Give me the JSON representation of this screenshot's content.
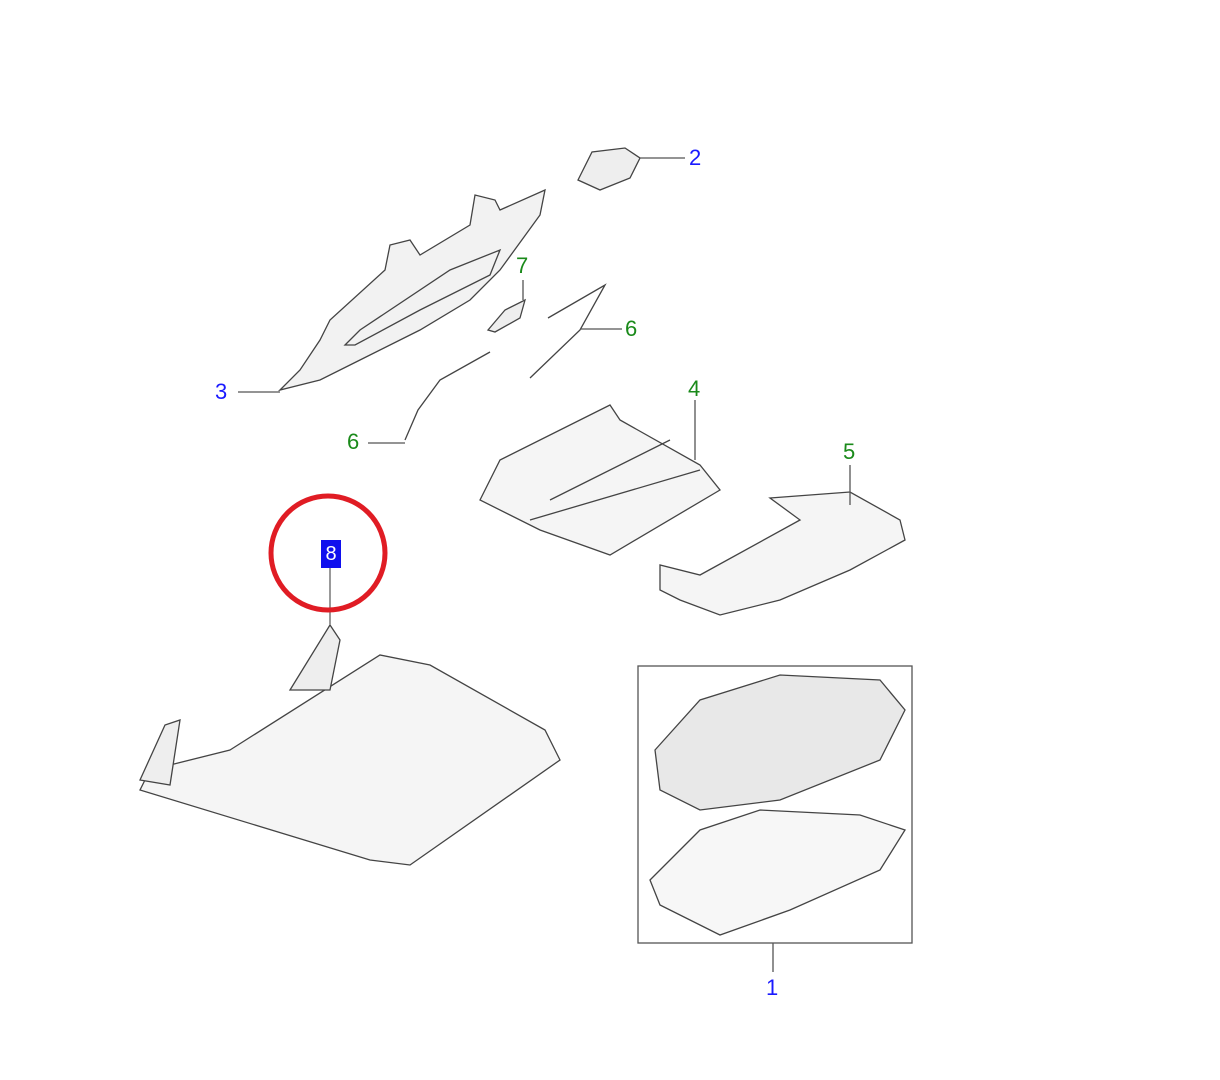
{
  "diagram": {
    "callouts": [
      {
        "id": "callout-2",
        "text": "2",
        "color": "#1a1aff"
      },
      {
        "id": "callout-7",
        "text": "7",
        "color": "#1a8a1a"
      },
      {
        "id": "callout-6a",
        "text": "6",
        "color": "#1a8a1a"
      },
      {
        "id": "callout-3",
        "text": "3",
        "color": "#1a1aff"
      },
      {
        "id": "callout-4",
        "text": "4",
        "color": "#1a8a1a"
      },
      {
        "id": "callout-6b",
        "text": "6",
        "color": "#1a8a1a"
      },
      {
        "id": "callout-5",
        "text": "5",
        "color": "#1a8a1a"
      },
      {
        "id": "callout-1",
        "text": "1",
        "color": "#1a1aff"
      }
    ],
    "selected_callout": {
      "text": "8",
      "highlight": "#1010ee"
    },
    "highlight_circle_color": "#e01c24"
  }
}
